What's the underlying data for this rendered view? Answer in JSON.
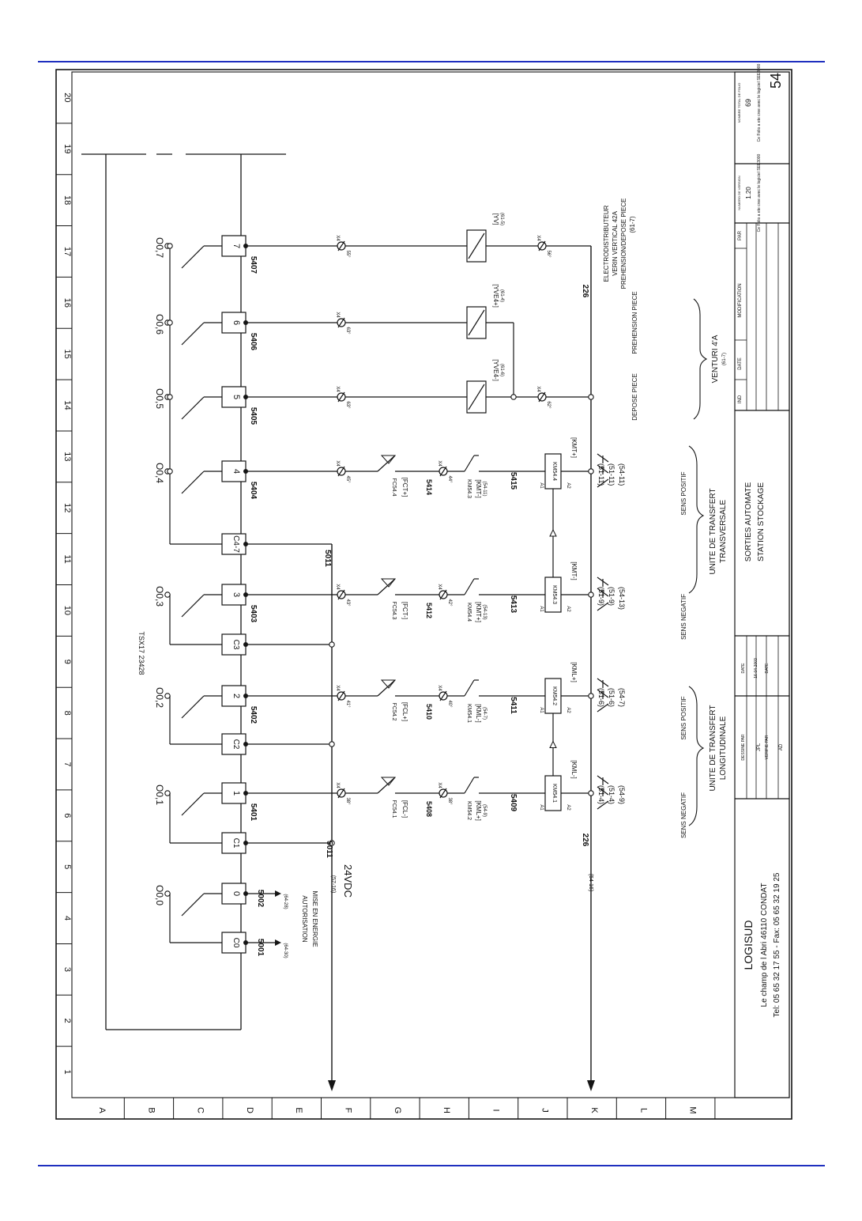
{
  "colors": {
    "rule": "#1f2fbf",
    "ink": "#151515",
    "paper": "#ffffff"
  },
  "border": {
    "columns": [
      "1",
      "2",
      "3",
      "4",
      "5",
      "6",
      "7",
      "8",
      "9",
      "10",
      "11",
      "12",
      "13",
      "14",
      "15",
      "16",
      "17",
      "18",
      "19",
      "20"
    ],
    "rows": [
      "A",
      "B",
      "C",
      "D",
      "E",
      "F",
      "G",
      "H",
      "I",
      "J",
      "K",
      "L",
      "M"
    ]
  },
  "plc": {
    "model": "TSX17 23428",
    "commons": [
      "C0",
      "C1",
      "C2",
      "C3",
      "C4-7"
    ],
    "outputs": [
      {
        "terminal": "0",
        "addr": "O0,0",
        "wire": "5002",
        "ref": "(64-28)"
      },
      {
        "terminal": "1",
        "addr": "O0,1",
        "wire": "5401",
        "x": "38°"
      },
      {
        "terminal": "2",
        "addr": "O0,2",
        "wire": "5402",
        "x": "41°"
      },
      {
        "terminal": "3",
        "addr": "O0,3",
        "wire": "5403",
        "x": "43°"
      },
      {
        "terminal": "4",
        "addr": "O0,4",
        "wire": "5404",
        "x": "45°"
      },
      {
        "terminal": "5",
        "addr": "O0,5",
        "wire": "5405",
        "x": "63°"
      },
      {
        "terminal": "6",
        "addr": "O0,6",
        "wire": "5406",
        "x": "63°"
      },
      {
        "terminal": "7",
        "addr": "O0,7",
        "wire": "5407",
        "x": "55°"
      }
    ],
    "c0": {
      "wire": "5001",
      "ref": "(64-30)"
    },
    "enable_text": [
      "AUTORISATION",
      "MISE EN ENERGIE"
    ]
  },
  "terminal_prefix": "X4",
  "bus": {
    "supply_wire": "5011",
    "supply_label": "24VDC",
    "supply_ref": "(57-16)",
    "return_wire": "226",
    "return_ref": "(54-16)"
  },
  "contactor_branches": [
    {
      "fc": "FC54.1",
      "fc_tag": "[FCL-]",
      "fc_wire": "5408",
      "x2": "38°",
      "km_aux": "KM54.2",
      "km_aux_tag": "[KML+]",
      "km_aux_ref": "(54-9)",
      "coil_wire": "5409",
      "coil": "KM54.1",
      "coil_tag": "[KML-]",
      "refs": [
        "(51-4)",
        "(51-4)",
        "(54-9)"
      ],
      "direction": "SENS NEGATIF"
    },
    {
      "fc": "FC54.2",
      "fc_tag": "[FCL+]",
      "fc_wire": "5410",
      "x2": "40°",
      "km_aux": "KM54.1",
      "km_aux_tag": "[KML-]",
      "km_aux_ref": "(54-7)",
      "coil_wire": "5411",
      "coil": "KM54.2",
      "coil_tag": "[KML+]",
      "refs": [
        "(51-6)",
        "(51-6)",
        "(54-7)"
      ],
      "direction": "SENS POSITIF"
    },
    {
      "fc": "FC54.3",
      "fc_tag": "[FCT-]",
      "fc_wire": "5412",
      "x2": "42°",
      "km_aux": "KM54.4",
      "km_aux_tag": "[KMT+]",
      "km_aux_ref": "(54-13)",
      "coil_wire": "5413",
      "coil": "KM54.3",
      "coil_tag": "[KMT-]",
      "refs": [
        "(51-9)",
        "(51-9)",
        "(54-13)"
      ],
      "direction": "SENS NEGATIF"
    },
    {
      "fc": "FC54.4",
      "fc_tag": "[FCT+]",
      "fc_wire": "5414",
      "x2": "44°",
      "km_aux": "KM54.3",
      "km_aux_tag": "[KMT-]",
      "km_aux_ref": "(54-11)",
      "coil_wire": "5415",
      "coil": "KM54.4",
      "coil_tag": "[KMT+]",
      "refs": [
        "(51-11)",
        "(51-11)",
        "(54-11)"
      ],
      "direction": "SENS POSITIF"
    }
  ],
  "units": [
    {
      "lines": [
        "UNITE DE TRANSFERT",
        "LONGITUDINALE"
      ]
    },
    {
      "lines": [
        "UNITE DE TRANSFERT",
        "TRANSVERSALE"
      ]
    }
  ],
  "valves": [
    {
      "tag": "[YVE4-]",
      "ref": "(61-6)",
      "label": "DEPOSE PIECE",
      "x2": "62°"
    },
    {
      "tag": "[YVE4+]",
      "ref": "(61-4)",
      "label": "PREHENSION PIECE"
    },
    {
      "tag": "[YV]",
      "ref": "(61-5)",
      "x2": "56°",
      "label_lines": [
        "ELECTRODISTRIBUTEUR",
        "VERIN VERTICAL 42A",
        "PREHENSION/DEPOSE PIECE",
        "(61-7)"
      ]
    }
  ],
  "venturi": {
    "label": "VENTURI 4'A",
    "ref": "(61-7)"
  },
  "title_block": {
    "company": "LOGISUD",
    "address": "Le champ de l Abri     46110 CONDAT",
    "phone": "Tel: 05 65 32 17 55   -   Fax: 05 65 32 19 25",
    "designed_by_label": "DESSINE PAR",
    "designed_by": "JPL",
    "checked_by_label": "VERIFIE PAR",
    "checked_by": "AD",
    "date_label": "DATE",
    "date": "16-04-2003",
    "title": [
      "SORTIES AUTOMATE",
      "STATION STOCKAGE"
    ],
    "rev_headers": [
      "IND",
      "DATE",
      "MODIFICATION",
      "PAR"
    ],
    "version_label": "NUMERO DE VERSION",
    "version": "1.20",
    "total_label": "NOMBRE TOTAL DE FOLIO",
    "total": "69",
    "software_note": "Ce Folio a ete cree avec le logiciel SEE3000",
    "sheet": "54"
  }
}
